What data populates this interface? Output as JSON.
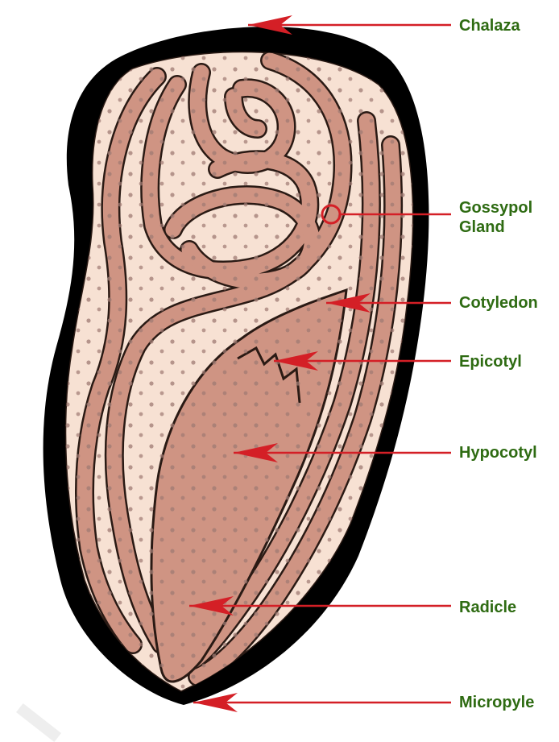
{
  "colors": {
    "label_text": "#2e6b12",
    "arrow": "#d41f26",
    "seed_coat": "#000000",
    "seed_fill": "#f7e1d3",
    "tissue": "#cf9483",
    "tissue_outline": "#2a1a14",
    "dots": "#9e7a72"
  },
  "icons": {
    "gossypol_gland": "red-circle-marker",
    "arrow": "red-arrowhead"
  },
  "labels": [
    {
      "id": "chalaza",
      "text": "Chalaza"
    },
    {
      "id": "gossypol",
      "lines": [
        "Gossypol",
        "Gland"
      ]
    },
    {
      "id": "cotyledon",
      "text": "Cotyledon"
    },
    {
      "id": "epicotyl",
      "text": "Epicotyl"
    },
    {
      "id": "hypocotyl",
      "text": "Hypocotyl"
    },
    {
      "id": "radicle",
      "text": "Radicle"
    },
    {
      "id": "micropyle",
      "text": "Micropyle"
    }
  ]
}
